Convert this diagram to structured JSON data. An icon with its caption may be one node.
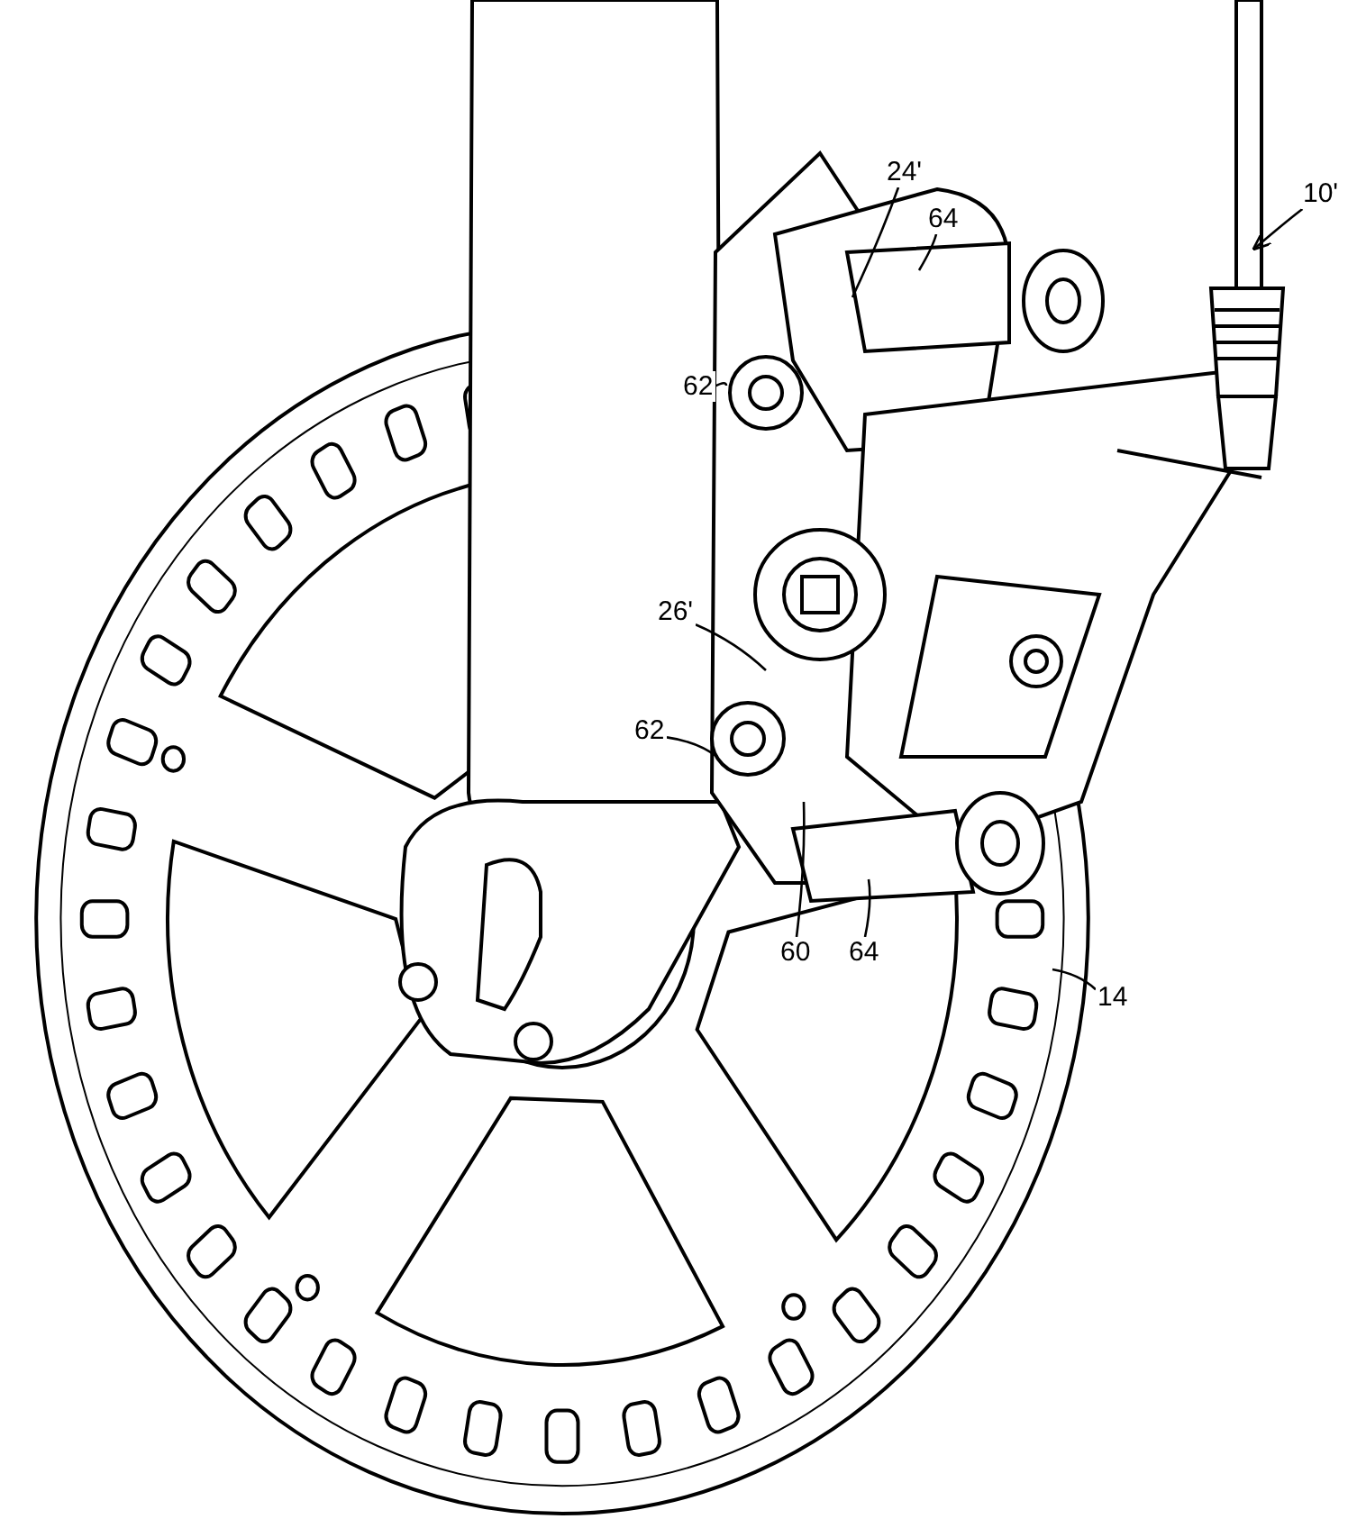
{
  "diagram": {
    "nodes": [
      {
        "text": [
          "24'"
        ]
      },
      {
        "text": [
          "64"
        ]
      },
      {
        "text": [
          "10'"
        ]
      },
      {
        "text": [
          "62"
        ]
      },
      {
        "text": [
          "26'"
        ]
      },
      {
        "text": [
          "62"
        ]
      },
      {
        "text": [
          "60"
        ]
      },
      {
        "text": [
          "64"
        ]
      },
      {
        "text": [
          "14"
        ]
      }
    ],
    "edges": [
      {
        "from": 0,
        "to": null,
        "arrow": "none"
      },
      {
        "from": 1,
        "to": null,
        "arrow": "none"
      },
      {
        "from": 2,
        "to": null,
        "arrow": "to"
      },
      {
        "from": 3,
        "to": null,
        "arrow": "none"
      },
      {
        "from": 4,
        "to": null,
        "arrow": "none"
      },
      {
        "from": 5,
        "to": null,
        "arrow": "none"
      },
      {
        "from": 6,
        "to": null,
        "arrow": "none"
      },
      {
        "from": 7,
        "to": null,
        "arrow": "none"
      },
      {
        "from": 8,
        "to": null,
        "arrow": "none"
      }
    ]
  }
}
